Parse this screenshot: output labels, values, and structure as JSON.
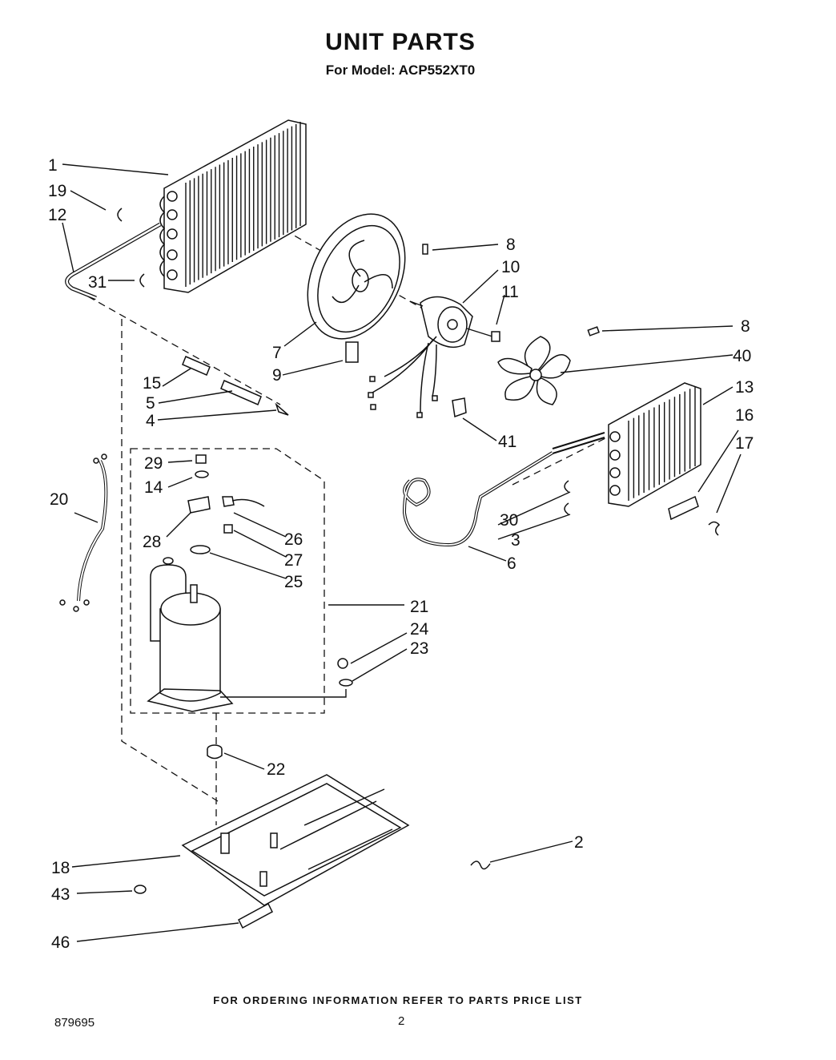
{
  "header": {
    "title": "UNIT PARTS",
    "subtitle": "For Model: ACP552XT0"
  },
  "footer": {
    "ordering_note": "FOR ORDERING INFORMATION REFER TO PARTS PRICE LIST",
    "document_number": "879695",
    "page_number": "2"
  },
  "callouts": [
    "1",
    "19",
    "12",
    "31",
    "8",
    "10",
    "11",
    "8",
    "40",
    "7",
    "9",
    "15",
    "5",
    "4",
    "13",
    "16",
    "17",
    "41",
    "29",
    "14",
    "20",
    "28",
    "26",
    "27",
    "25",
    "30",
    "3",
    "6",
    "21",
    "24",
    "23",
    "22",
    "2",
    "18",
    "43",
    "46"
  ]
}
